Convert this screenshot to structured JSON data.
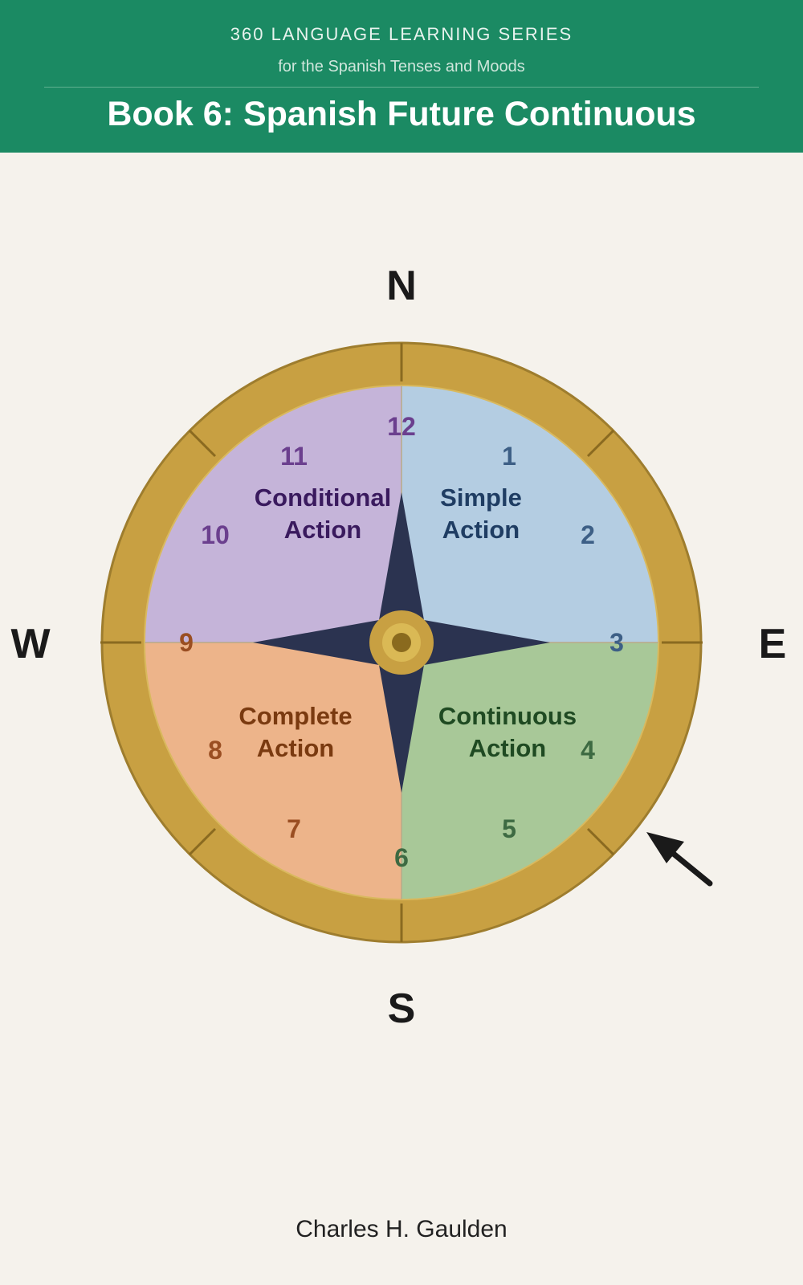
{
  "header": {
    "series": "360 LANGUAGE LEARNING SERIES",
    "subtitle": "for the Spanish Tenses and Moods",
    "title": "Book 6: Spanish Future Continuous"
  },
  "compass": {
    "directions": {
      "north": "N",
      "south": "S",
      "west": "W",
      "east": "E"
    },
    "hours": [
      "12",
      "1",
      "2",
      "3",
      "4",
      "5",
      "6",
      "7",
      "8",
      "9",
      "10",
      "11"
    ],
    "quadrants": {
      "conditional": {
        "line1": "Conditional",
        "line2": "Action",
        "color": "#c5b4d9",
        "text_color": "#3a1a5e"
      },
      "simple": {
        "line1": "Simple",
        "line2": "Action",
        "color": "#b4cde2",
        "text_color": "#1f3d63"
      },
      "complete": {
        "line1": "Complete",
        "line2": "Action",
        "color": "#edb48a",
        "text_color": "#7a3a10"
      },
      "continuous": {
        "line1": "Continuous",
        "line2": "Action",
        "color": "#a8c898",
        "text_color": "#1f4a22"
      }
    },
    "ring_color": "#c8a042",
    "star_color": "#2b3350",
    "arrow_icon": "pointer-arrow-icon"
  },
  "author": "Charles H. Gaulden"
}
